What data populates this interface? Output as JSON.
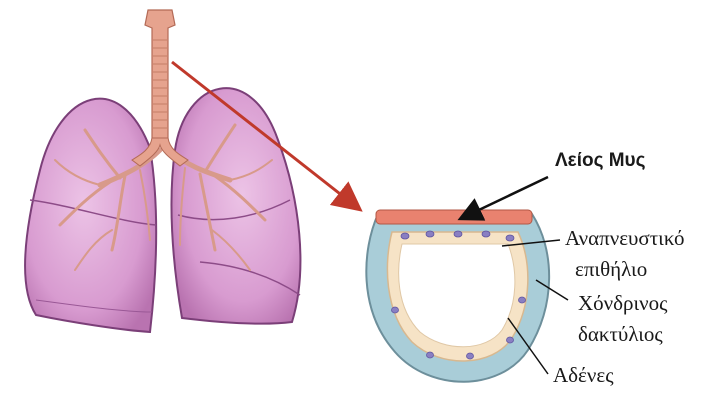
{
  "diagram": {
    "labels": {
      "smooth_muscle": "Λείος Μυς",
      "respiratory_epithelium_line1": "Αναπνευστικό",
      "respiratory_epithelium_line2": "επιθήλιο",
      "cartilage_ring_line1": "Χόνδρινος",
      "cartilage_ring_line2": "δακτύλιος",
      "glands": "Αδένες"
    },
    "colors": {
      "lung_fill": "#d89bd0",
      "lung_outline": "#7b3f78",
      "bronchi": "#d89a8a",
      "trachea": "#e6a38e",
      "pointer_arrow": "#c0392b",
      "cartilage": "#a9cdd8",
      "smooth_muscle": "#e9826f",
      "mucosa": "#f6e3c6",
      "gland_cells": "#8a7fc2"
    }
  }
}
